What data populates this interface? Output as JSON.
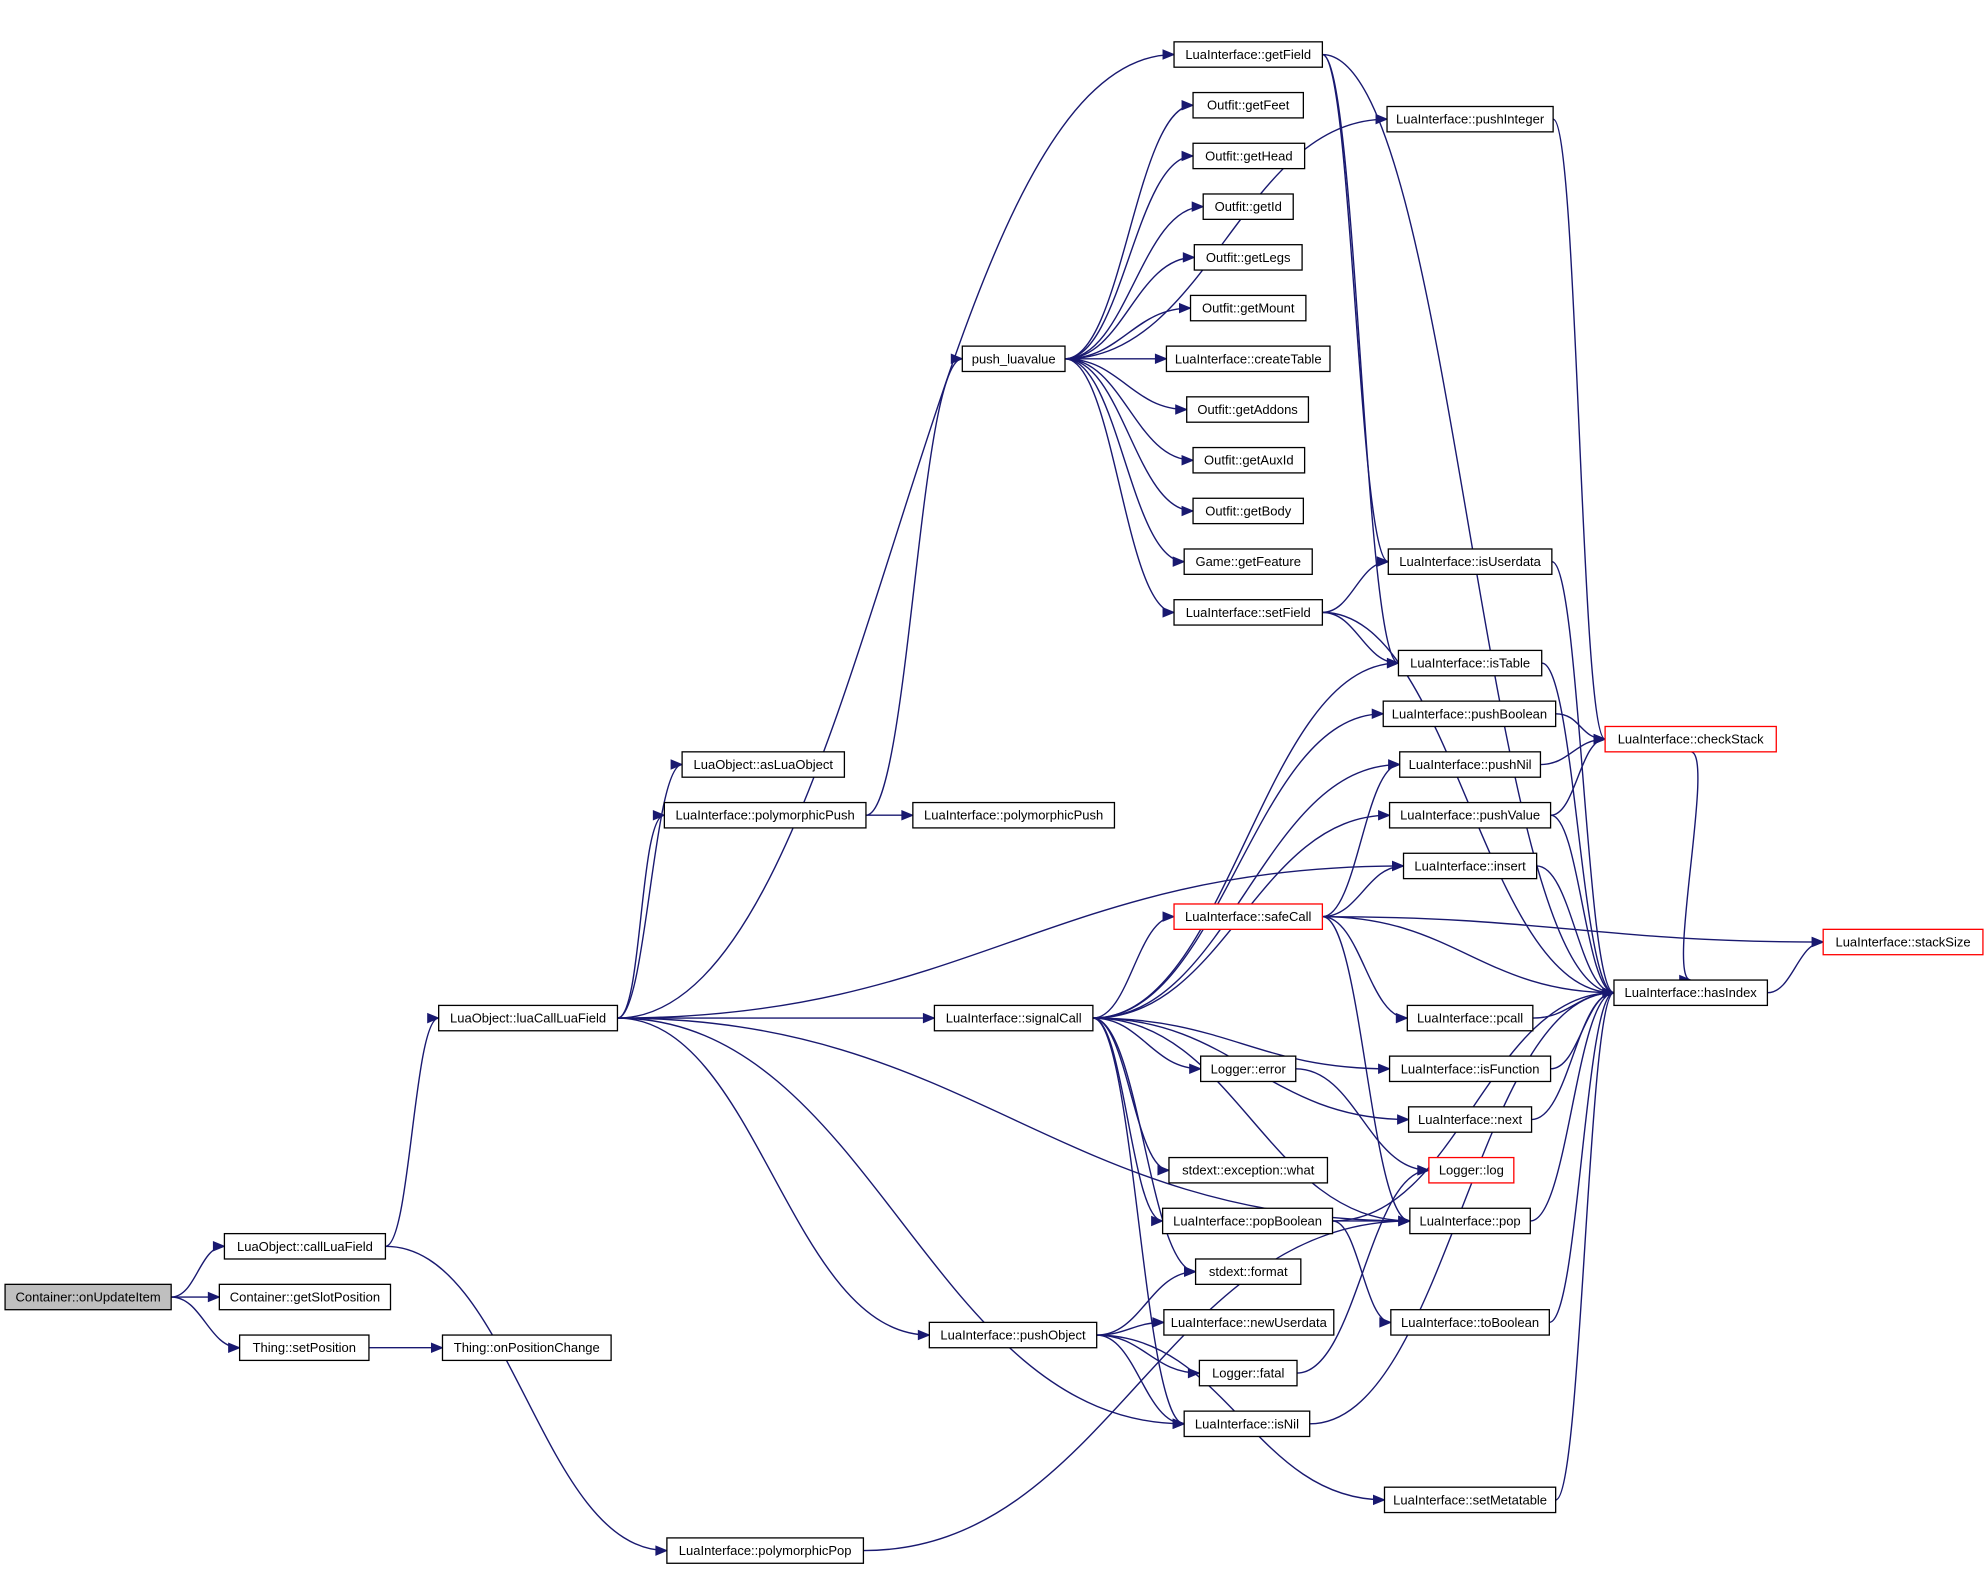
{
  "nodes": [
    {
      "id": "Container::onUpdateItem",
      "label": "Container::onUpdateItem",
      "root": true
    },
    {
      "id": "Container::getSlotPosition",
      "label": "Container::getSlotPosition"
    },
    {
      "id": "Thing::setPosition",
      "label": "Thing::setPosition"
    },
    {
      "id": "Thing::onPositionChange",
      "label": "Thing::onPositionChange"
    },
    {
      "id": "LuaObject::callLuaField",
      "label": "LuaObject::callLuaField"
    },
    {
      "id": "LuaObject::luaCallLuaField",
      "label": "LuaObject::luaCallLuaField"
    },
    {
      "id": "LuaInterface::polymorphicPop",
      "label": "LuaInterface::polymorphicPop"
    },
    {
      "id": "LuaObject::asLuaObject",
      "label": "LuaObject::asLuaObject"
    },
    {
      "id": "LuaInterface::polymorphicPush",
      "label": "LuaInterface::polymorphicPush"
    },
    {
      "id": "LuaInterface::polymorphicPush2",
      "label": "LuaInterface::polymorphicPush"
    },
    {
      "id": "push_luavalue",
      "label": "push_luavalue"
    },
    {
      "id": "LuaInterface::signalCall",
      "label": "LuaInterface::signalCall"
    },
    {
      "id": "LuaInterface::pushObject",
      "label": "LuaInterface::pushObject"
    },
    {
      "id": "LuaInterface::getField",
      "label": "LuaInterface::getField"
    },
    {
      "id": "Outfit::getFeet",
      "label": "Outfit::getFeet"
    },
    {
      "id": "Outfit::getHead",
      "label": "Outfit::getHead"
    },
    {
      "id": "Outfit::getId",
      "label": "Outfit::getId"
    },
    {
      "id": "Outfit::getLegs",
      "label": "Outfit::getLegs"
    },
    {
      "id": "Outfit::getMount",
      "label": "Outfit::getMount"
    },
    {
      "id": "LuaInterface::createTable",
      "label": "LuaInterface::createTable"
    },
    {
      "id": "Outfit::getAddons",
      "label": "Outfit::getAddons"
    },
    {
      "id": "Outfit::getAuxId",
      "label": "Outfit::getAuxId"
    },
    {
      "id": "Outfit::getBody",
      "label": "Outfit::getBody"
    },
    {
      "id": "Game::getFeature",
      "label": "Game::getFeature"
    },
    {
      "id": "LuaInterface::setField",
      "label": "LuaInterface::setField"
    },
    {
      "id": "LuaInterface::safeCall",
      "label": "LuaInterface::safeCall",
      "truncated": true
    },
    {
      "id": "Logger::error",
      "label": "Logger::error"
    },
    {
      "id": "stdext::exception::what",
      "label": "stdext::exception::what"
    },
    {
      "id": "LuaInterface::popBoolean",
      "label": "LuaInterface::popBoolean"
    },
    {
      "id": "stdext::format",
      "label": "stdext::format"
    },
    {
      "id": "LuaInterface::newUserdata",
      "label": "LuaInterface::newUserdata"
    },
    {
      "id": "Logger::fatal",
      "label": "Logger::fatal"
    },
    {
      "id": "LuaInterface::isNil",
      "label": "LuaInterface::isNil"
    },
    {
      "id": "LuaInterface::pushInteger",
      "label": "LuaInterface::pushInteger"
    },
    {
      "id": "LuaInterface::isUserdata",
      "label": "LuaInterface::isUserdata"
    },
    {
      "id": "LuaInterface::isTable",
      "label": "LuaInterface::isTable"
    },
    {
      "id": "LuaInterface::pushBoolean",
      "label": "LuaInterface::pushBoolean"
    },
    {
      "id": "LuaInterface::pushNil",
      "label": "LuaInterface::pushNil"
    },
    {
      "id": "LuaInterface::pushValue",
      "label": "LuaInterface::pushValue"
    },
    {
      "id": "LuaInterface::insert",
      "label": "LuaInterface::insert"
    },
    {
      "id": "LuaInterface::pcall",
      "label": "LuaInterface::pcall"
    },
    {
      "id": "LuaInterface::isFunction",
      "label": "LuaInterface::isFunction"
    },
    {
      "id": "LuaInterface::next",
      "label": "LuaInterface::next"
    },
    {
      "id": "Logger::log",
      "label": "Logger::log",
      "truncated": true
    },
    {
      "id": "LuaInterface::pop",
      "label": "LuaInterface::pop"
    },
    {
      "id": "LuaInterface::toBoolean",
      "label": "LuaInterface::toBoolean"
    },
    {
      "id": "LuaInterface::setMetatable",
      "label": "LuaInterface::setMetatable"
    },
    {
      "id": "LuaInterface::checkStack",
      "label": "LuaInterface::checkStack",
      "truncated": true
    },
    {
      "id": "LuaInterface::hasIndex",
      "label": "LuaInterface::hasIndex"
    },
    {
      "id": "LuaInterface::stackSize",
      "label": "LuaInterface::stackSize",
      "truncated": true
    }
  ],
  "edges": [
    [
      "Container::onUpdateItem",
      "LuaObject::callLuaField"
    ],
    [
      "Container::onUpdateItem",
      "Container::getSlotPosition"
    ],
    [
      "Container::onUpdateItem",
      "Thing::setPosition"
    ],
    [
      "Thing::setPosition",
      "Thing::onPositionChange"
    ],
    [
      "LuaObject::callLuaField",
      "LuaObject::luaCallLuaField"
    ],
    [
      "LuaObject::callLuaField",
      "LuaInterface::polymorphicPop"
    ],
    [
      "LuaObject::luaCallLuaField",
      "LuaInterface::getField"
    ],
    [
      "LuaObject::luaCallLuaField",
      "LuaObject::asLuaObject"
    ],
    [
      "LuaObject::luaCallLuaField",
      "LuaInterface::polymorphicPush"
    ],
    [
      "LuaObject::luaCallLuaField",
      "LuaInterface::insert"
    ],
    [
      "LuaObject::luaCallLuaField",
      "LuaInterface::signalCall"
    ],
    [
      "LuaObject::luaCallLuaField",
      "LuaInterface::pushObject"
    ],
    [
      "LuaObject::luaCallLuaField",
      "LuaInterface::isNil"
    ],
    [
      "LuaObject::luaCallLuaField",
      "LuaInterface::pop"
    ],
    [
      "LuaInterface::polymorphicPush",
      "LuaInterface::polymorphicPush2"
    ],
    [
      "LuaInterface::polymorphicPush",
      "push_luavalue"
    ],
    [
      "LuaInterface::polymorphicPop",
      "LuaInterface::pop"
    ],
    [
      "push_luavalue",
      "LuaInterface::pushInteger"
    ],
    [
      "push_luavalue",
      "Outfit::getFeet"
    ],
    [
      "push_luavalue",
      "Outfit::getHead"
    ],
    [
      "push_luavalue",
      "Outfit::getId"
    ],
    [
      "push_luavalue",
      "Outfit::getLegs"
    ],
    [
      "push_luavalue",
      "Outfit::getMount"
    ],
    [
      "push_luavalue",
      "LuaInterface::createTable"
    ],
    [
      "push_luavalue",
      "Outfit::getAddons"
    ],
    [
      "push_luavalue",
      "Outfit::getAuxId"
    ],
    [
      "push_luavalue",
      "Outfit::getBody"
    ],
    [
      "push_luavalue",
      "Game::getFeature"
    ],
    [
      "push_luavalue",
      "LuaInterface::setField"
    ],
    [
      "LuaInterface::getField",
      "LuaInterface::isUserdata"
    ],
    [
      "LuaInterface::getField",
      "LuaInterface::isTable"
    ],
    [
      "LuaInterface::getField",
      "LuaInterface::hasIndex"
    ],
    [
      "LuaInterface::setField",
      "LuaInterface::isUserdata"
    ],
    [
      "LuaInterface::setField",
      "LuaInterface::isTable"
    ],
    [
      "LuaInterface::setField",
      "LuaInterface::hasIndex"
    ],
    [
      "LuaInterface::pushInteger",
      "LuaInterface::checkStack"
    ],
    [
      "LuaInterface::isUserdata",
      "LuaInterface::hasIndex"
    ],
    [
      "LuaInterface::isTable",
      "LuaInterface::hasIndex"
    ],
    [
      "LuaInterface::pushBoolean",
      "LuaInterface::checkStack"
    ],
    [
      "LuaInterface::pushNil",
      "LuaInterface::checkStack"
    ],
    [
      "LuaInterface::pushValue",
      "LuaInterface::checkStack"
    ],
    [
      "LuaInterface::pushValue",
      "LuaInterface::hasIndex"
    ],
    [
      "LuaInterface::insert",
      "LuaInterface::hasIndex"
    ],
    [
      "LuaInterface::checkStack",
      "LuaInterface::hasIndex"
    ],
    [
      "LuaInterface::hasIndex",
      "LuaInterface::stackSize"
    ],
    [
      "LuaInterface::signalCall",
      "LuaInterface::isTable"
    ],
    [
      "LuaInterface::signalCall",
      "LuaInterface::pushBoolean"
    ],
    [
      "LuaInterface::signalCall",
      "LuaInterface::pushNil"
    ],
    [
      "LuaInterface::signalCall",
      "LuaInterface::pushValue"
    ],
    [
      "LuaInterface::signalCall",
      "LuaInterface::safeCall"
    ],
    [
      "LuaInterface::signalCall",
      "LuaInterface::isFunction"
    ],
    [
      "LuaInterface::signalCall",
      "LuaInterface::next"
    ],
    [
      "LuaInterface::signalCall",
      "Logger::error"
    ],
    [
      "LuaInterface::signalCall",
      "stdext::exception::what"
    ],
    [
      "LuaInterface::signalCall",
      "LuaInterface::popBoolean"
    ],
    [
      "LuaInterface::signalCall",
      "stdext::format"
    ],
    [
      "LuaInterface::signalCall",
      "LuaInterface::pop"
    ],
    [
      "LuaInterface::signalCall",
      "LuaInterface::isNil"
    ],
    [
      "LuaInterface::safeCall",
      "LuaInterface::pushNil"
    ],
    [
      "LuaInterface::safeCall",
      "LuaInterface::insert"
    ],
    [
      "LuaInterface::safeCall",
      "LuaInterface::stackSize"
    ],
    [
      "LuaInterface::safeCall",
      "LuaInterface::hasIndex"
    ],
    [
      "LuaInterface::safeCall",
      "LuaInterface::pcall"
    ],
    [
      "LuaInterface::safeCall",
      "LuaInterface::pop"
    ],
    [
      "LuaInterface::pcall",
      "LuaInterface::hasIndex"
    ],
    [
      "LuaInterface::isFunction",
      "LuaInterface::hasIndex"
    ],
    [
      "LuaInterface::next",
      "LuaInterface::hasIndex"
    ],
    [
      "Logger::error",
      "Logger::log"
    ],
    [
      "LuaInterface::popBoolean",
      "LuaInterface::pop"
    ],
    [
      "LuaInterface::popBoolean",
      "LuaInterface::toBoolean"
    ],
    [
      "LuaInterface::popBoolean",
      "LuaInterface::hasIndex"
    ],
    [
      "LuaInterface::pop",
      "LuaInterface::hasIndex"
    ],
    [
      "LuaInterface::toBoolean",
      "LuaInterface::hasIndex"
    ],
    [
      "LuaInterface::pushObject",
      "stdext::format"
    ],
    [
      "LuaInterface::pushObject",
      "LuaInterface::newUserdata"
    ],
    [
      "LuaInterface::pushObject",
      "Logger::fatal"
    ],
    [
      "LuaInterface::pushObject",
      "LuaInterface::isNil"
    ],
    [
      "LuaInterface::pushObject",
      "LuaInterface::setMetatable"
    ],
    [
      "Logger::fatal",
      "Logger::log"
    ],
    [
      "LuaInterface::isNil",
      "LuaInterface::hasIndex"
    ],
    [
      "LuaInterface::setMetatable",
      "LuaInterface::hasIndex"
    ]
  ]
}
